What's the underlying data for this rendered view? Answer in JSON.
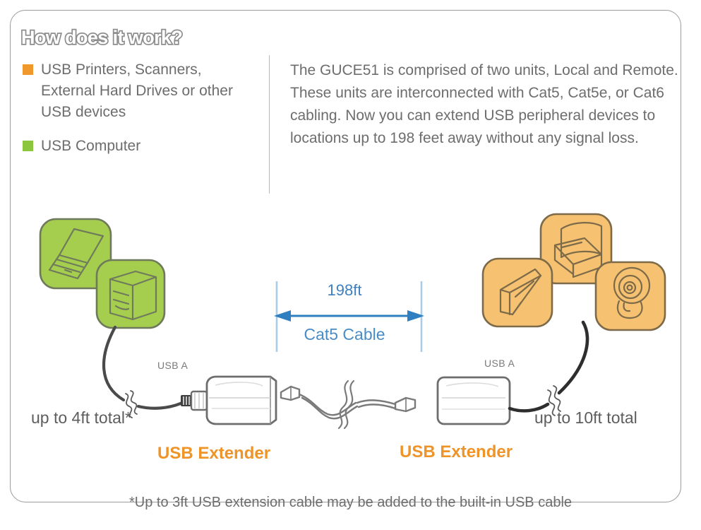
{
  "card": {
    "title": "How does it work?",
    "border_color": "#9b9b9b"
  },
  "legend": {
    "items": [
      {
        "swatch_color": "#f0982c",
        "icon": "orange-square-swatch",
        "label": "USB Printers, Scanners, External Hard Drives or other USB devices"
      },
      {
        "swatch_color": "#8cc63f",
        "icon": "green-square-swatch",
        "label": "USB Computer"
      }
    ]
  },
  "intro": {
    "paragraph": "The GUCE51 is comprised of two units, Local and Remote. These units are interconnected with Cat5, Cat5e, or Cat6 cabling. Now you can extend USB peripheral devices to locations up to 198 feet away without any signal loss."
  },
  "diagram": {
    "measurement": {
      "distance_label": "198ft",
      "cable_label": "Cat5 Cable",
      "arrow_color": "#2f7fc1",
      "tick_color": "#a9cde8"
    },
    "left_side": {
      "group_icon": "green-computer-group",
      "device_icons": [
        "laptop-icon",
        "desktop-tower-icon"
      ],
      "device_color": "#a5ce4e",
      "port_label": "USB A",
      "cable_length_label": "up to 4ft total*",
      "extender_label": "USB Extender",
      "extender_icon": "usb-extender-dongle-icon"
    },
    "right_side": {
      "group_icon": "orange-peripheral-group",
      "device_icons": [
        "printer-icon",
        "external-hard-drive-icon",
        "webcam-icon"
      ],
      "device_color": "#f6c272",
      "port_label": "USB A",
      "cable_length_label": "up to 10ft total",
      "extender_label": "USB Extender",
      "extender_icon": "usb-extender-box-icon"
    },
    "middle": {
      "cable_icon": "cat5-patch-cable-icon"
    }
  },
  "footnote": "*Up to 3ft USB extension cable may be added to the built-in USB cable"
}
